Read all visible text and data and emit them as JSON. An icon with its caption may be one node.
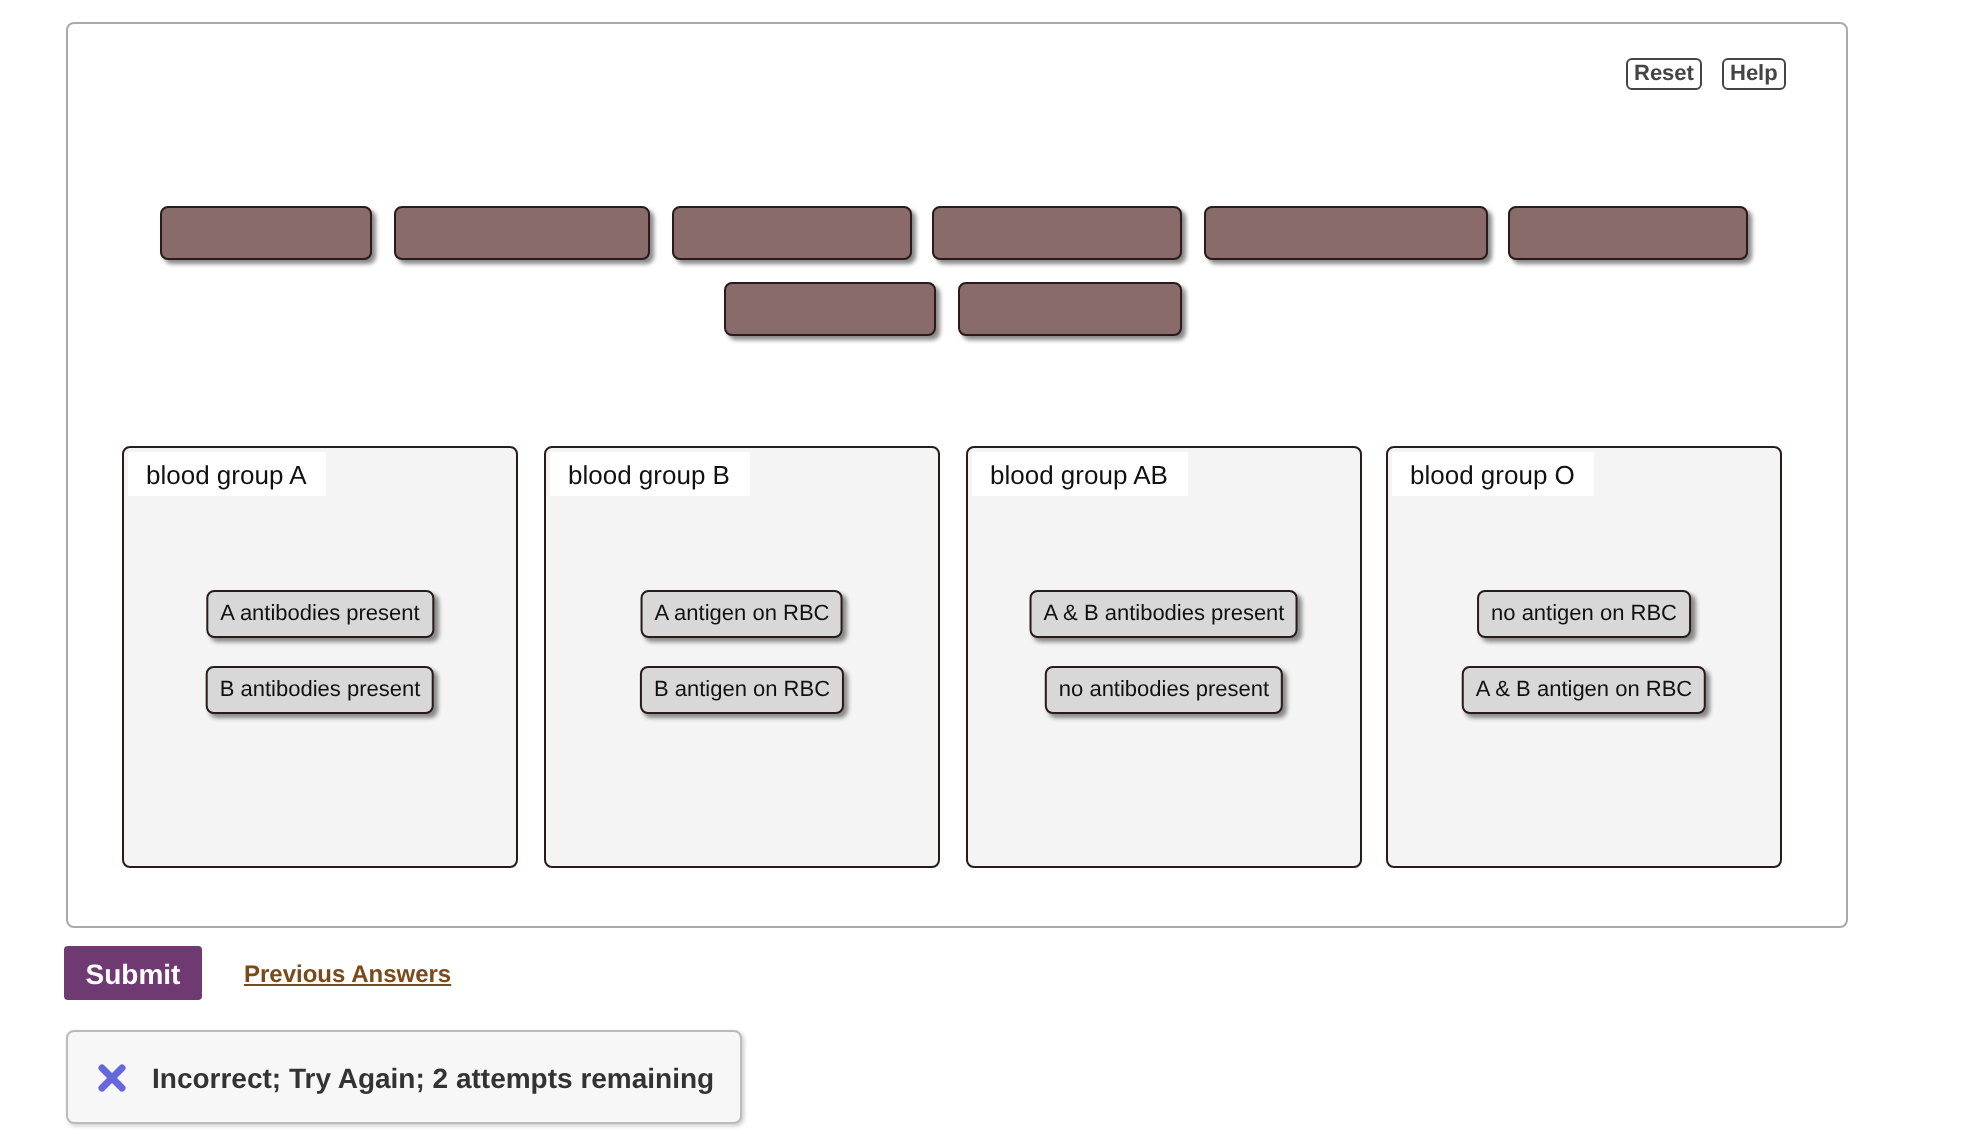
{
  "diagram": {
    "nodes": [
      {
        "text": [],
        "shape": "bar"
      },
      {
        "text": [],
        "shape": "bar"
      },
      {
        "text": [],
        "shape": "bar"
      },
      {
        "text": [],
        "shape": "bar"
      },
      {
        "text": [],
        "shape": "bar"
      },
      {
        "text": [],
        "shape": "bar"
      },
      {
        "text": [],
        "shape": "bar"
      },
      {
        "text": [],
        "shape": "bar"
      },
      {
        "text": [
          "blood group A"
        ]
      },
      {
        "text": [
          "A antibodies present"
        ],
        "in": 8
      },
      {
        "text": [
          "B antibodies present"
        ],
        "in": 8
      },
      {
        "text": [
          "blood group B"
        ]
      },
      {
        "text": [
          "A antigen on RBC"
        ],
        "in": 11
      },
      {
        "text": [
          "B antigen on RBC"
        ],
        "in": 11
      },
      {
        "text": [
          "blood group AB"
        ]
      },
      {
        "text": [
          "A & B antibodies present"
        ],
        "in": 14
      },
      {
        "text": [
          "no antibodies present"
        ],
        "in": 14
      },
      {
        "text": [
          "blood group O"
        ]
      },
      {
        "text": [
          "no antigen on RBC"
        ],
        "in": 17
      },
      {
        "text": [
          "A & B antigen on RBC"
        ],
        "in": 17
      }
    ],
    "edges": [],
    "labels": [
      "Reset",
      "Help",
      "Submit",
      "Previous Answers",
      "Incorrect; Try Again; 2 attempts remaining"
    ]
  }
}
